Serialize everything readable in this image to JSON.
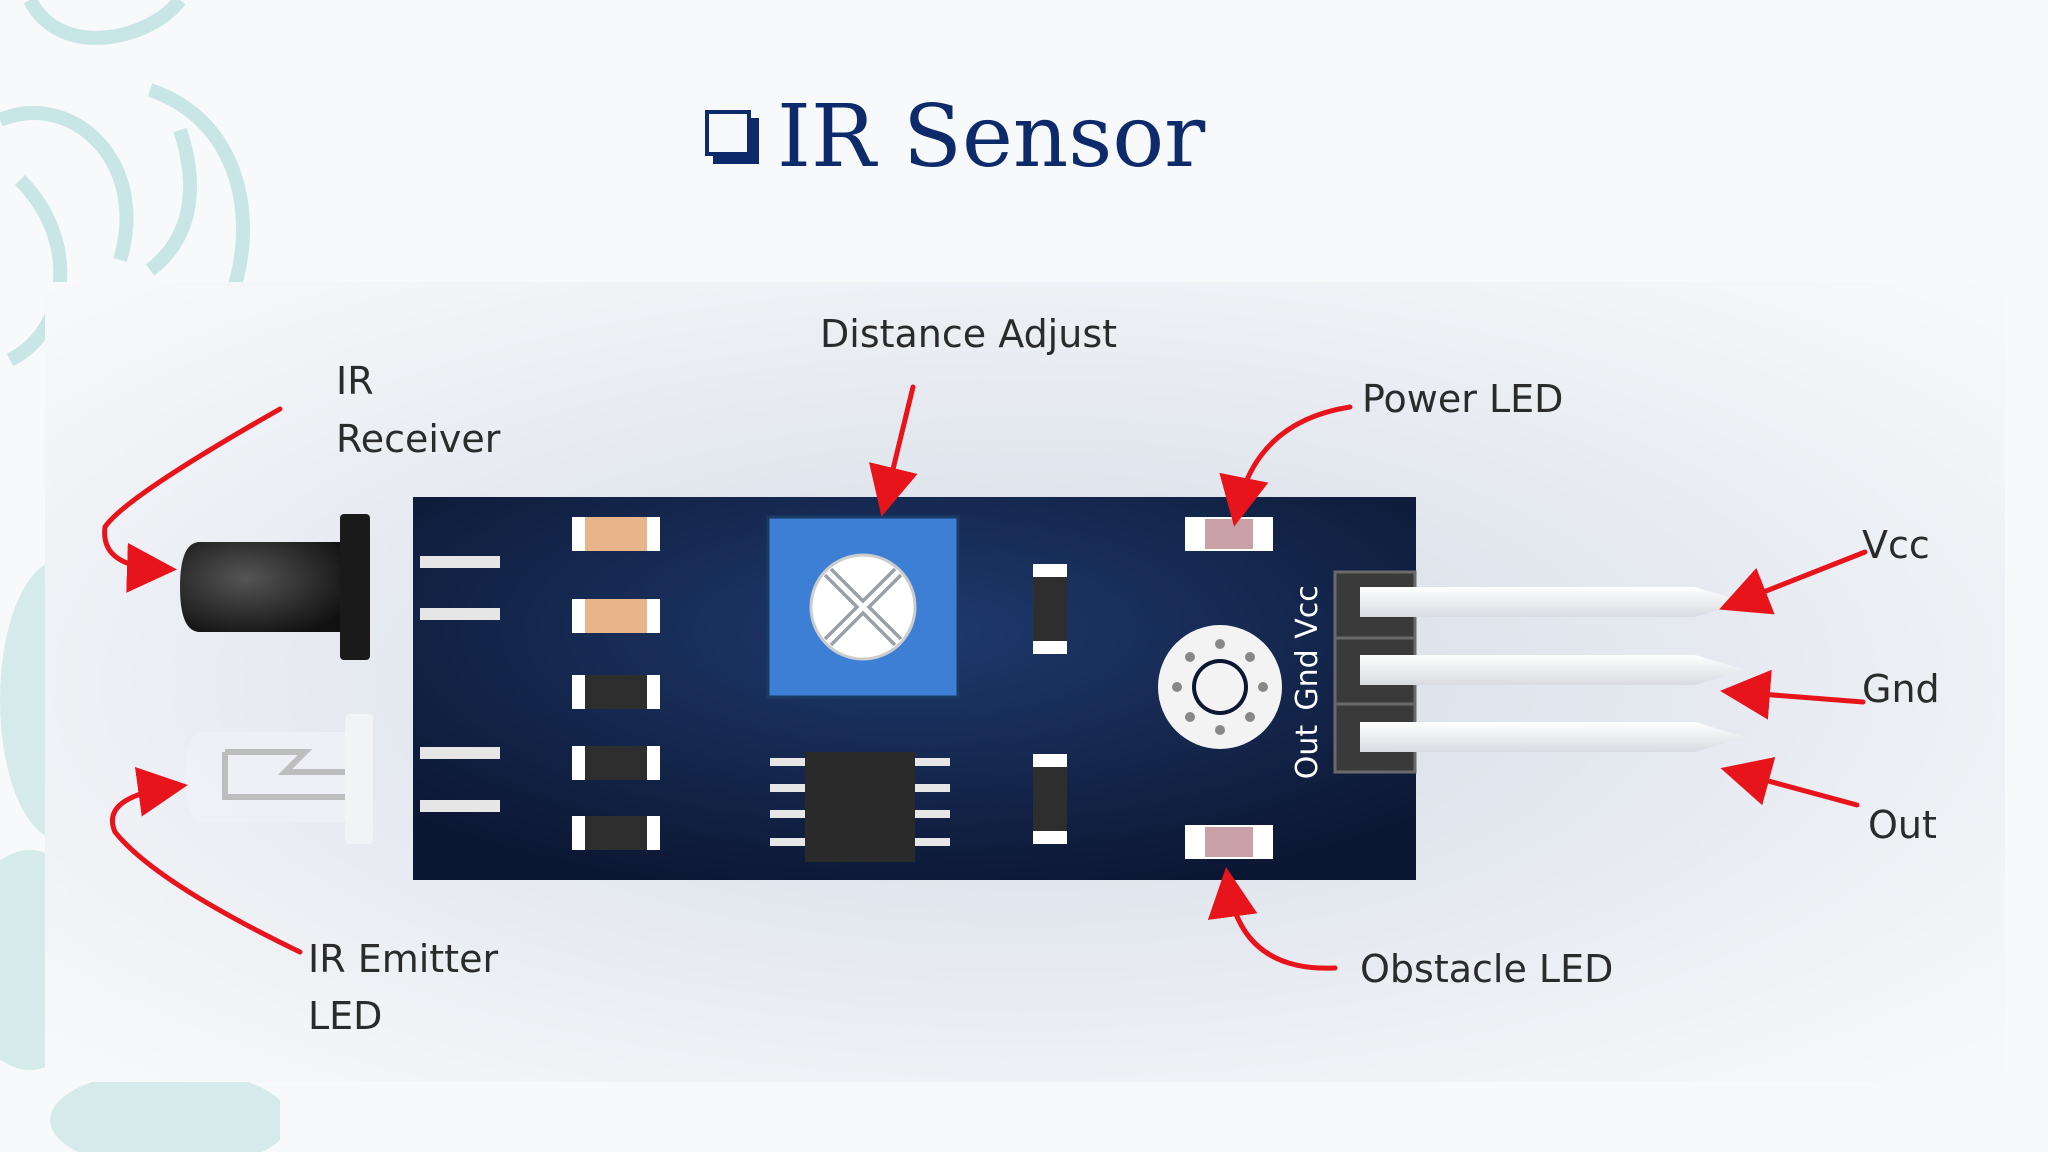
{
  "slide": {
    "title": "IR Sensor"
  },
  "labels": {
    "distance_adjust": "Distance Adjust",
    "ir_receiver_line1": "IR",
    "ir_receiver_line2": "Receiver",
    "power_led": "Power LED",
    "vcc": "Vcc",
    "gnd": "Gnd",
    "out": "Out",
    "ir_emitter_line1": "IR Emitter",
    "ir_emitter_line2": "LED",
    "obstacle_led": "Obstacle LED"
  },
  "board_pins": {
    "vcc": "Vcc",
    "gnd": "Gnd",
    "out": "Out"
  },
  "colors": {
    "title": "#0d2a6b",
    "board": "#0f1d3d",
    "potentiometer": "#3d7fd4",
    "arrow": "#e8141c"
  }
}
